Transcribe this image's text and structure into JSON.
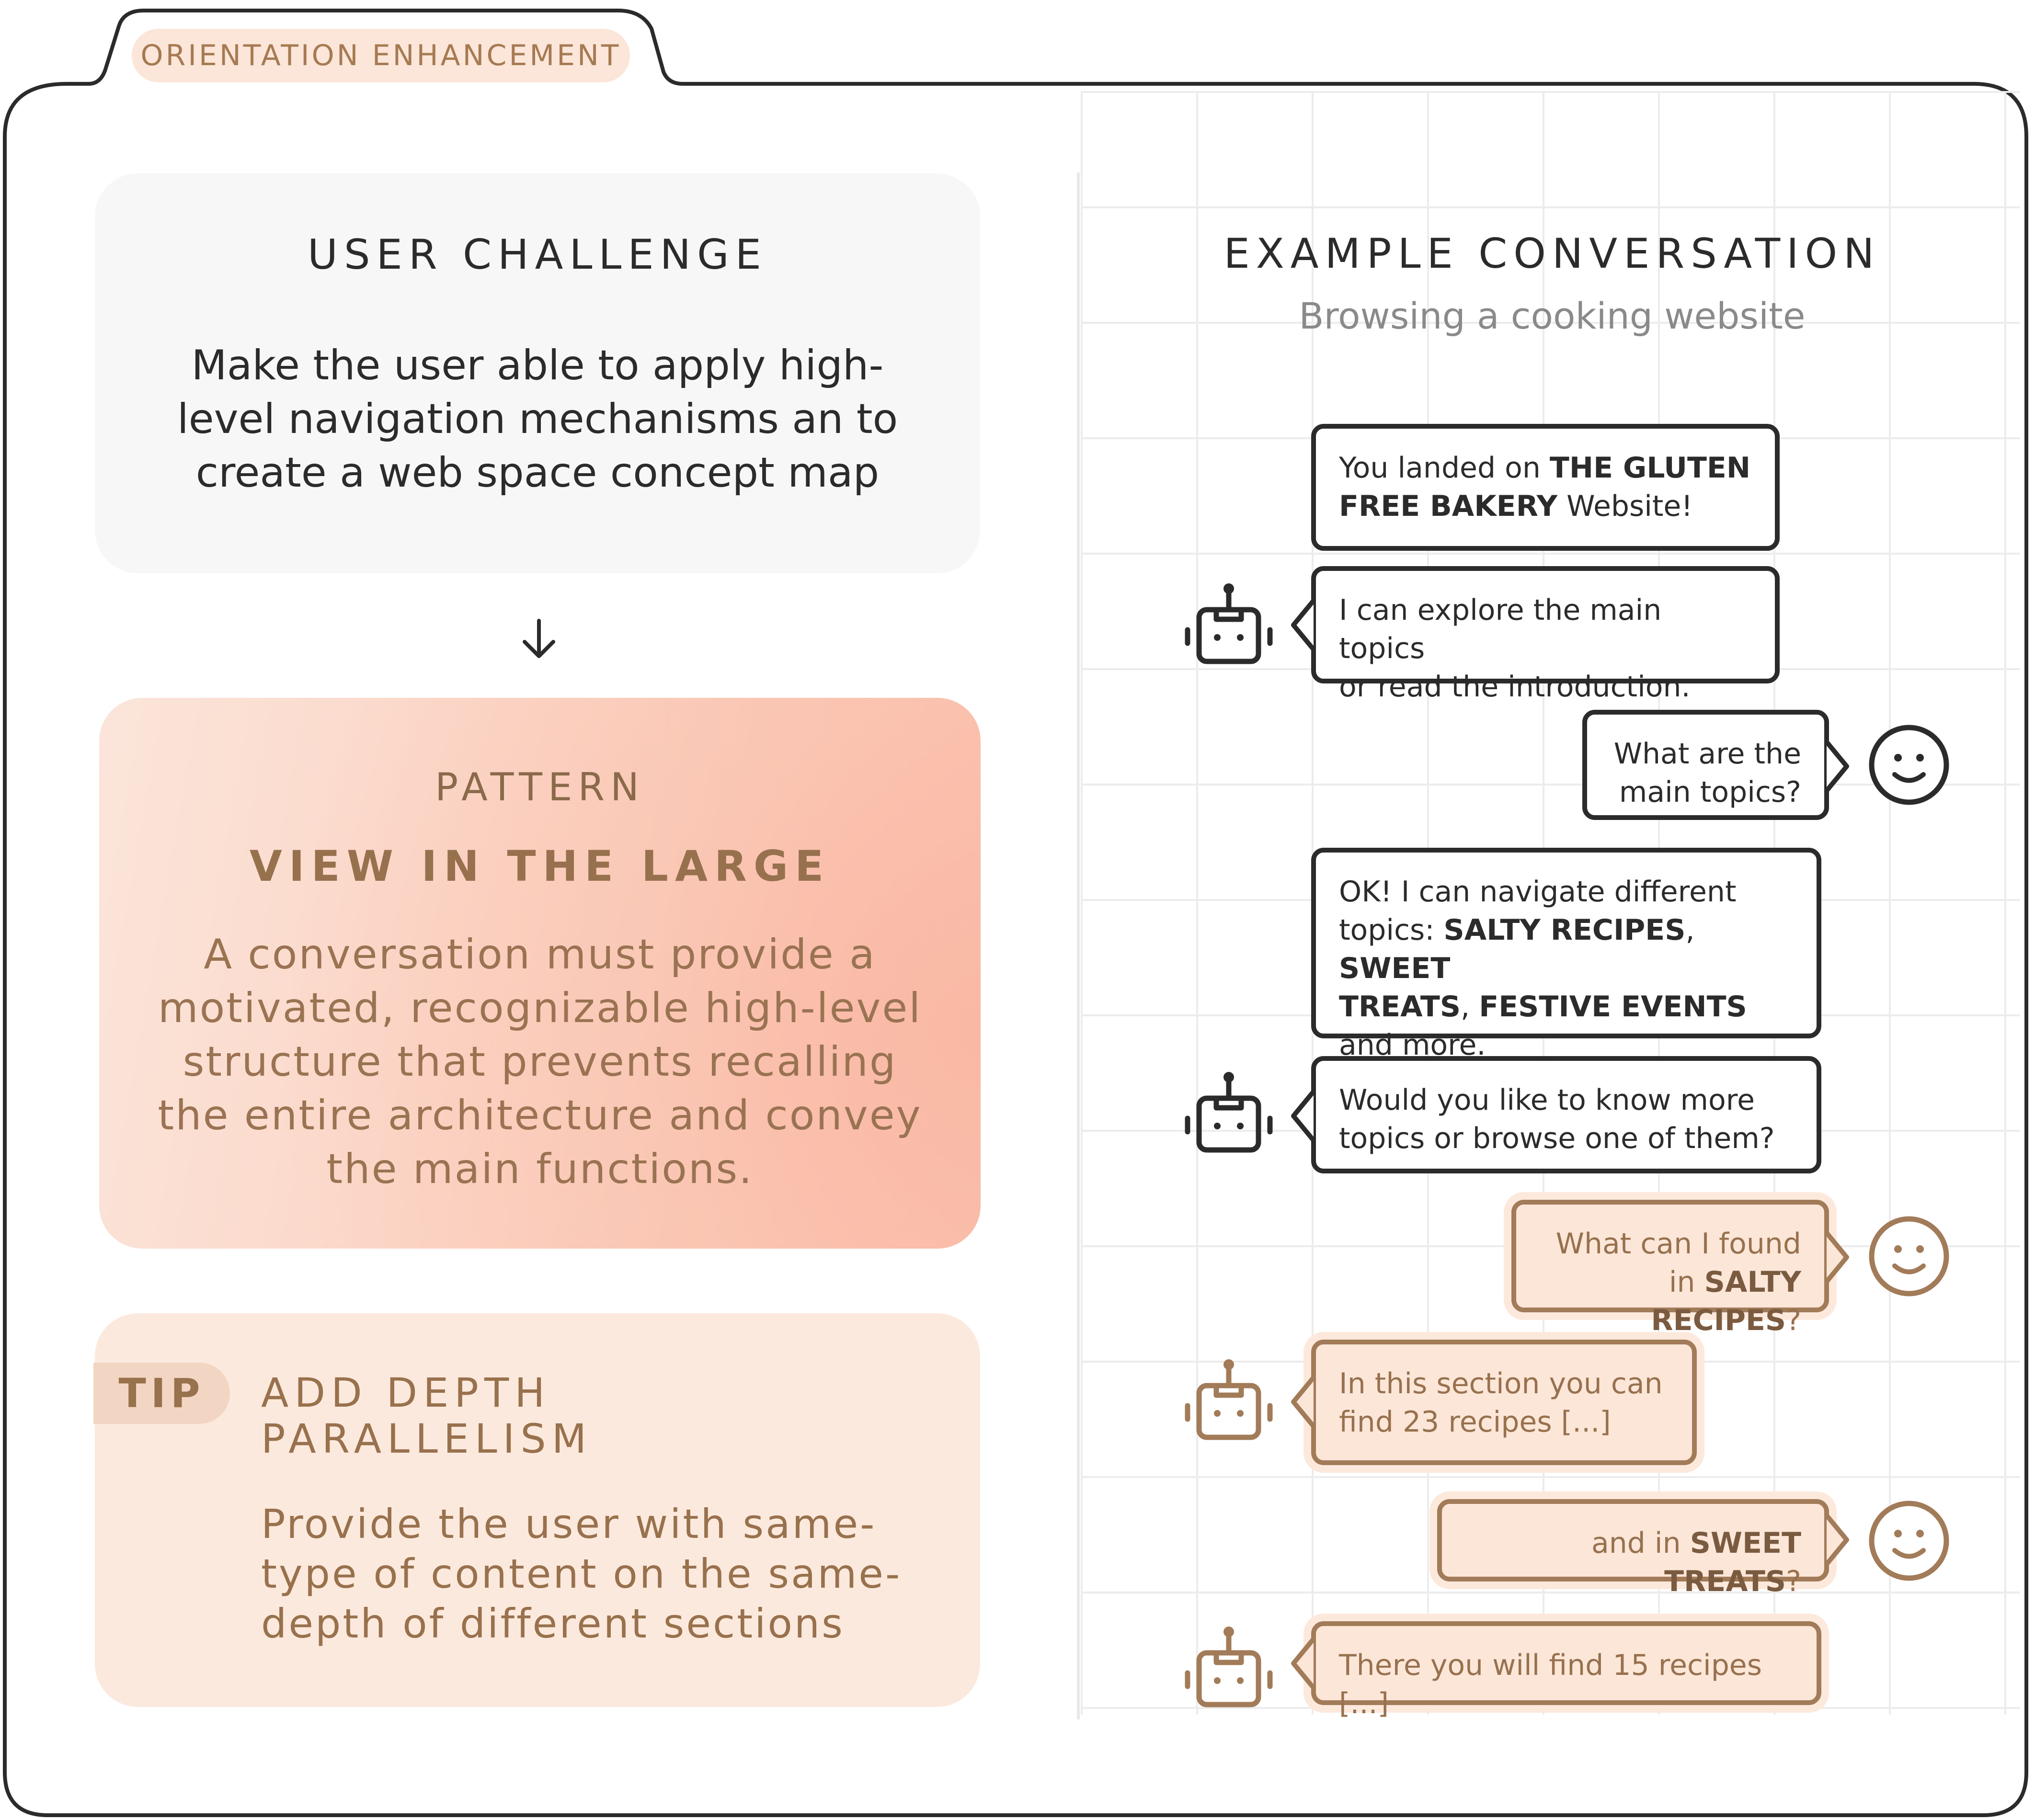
{
  "tab_label": "ORIENTATION ENHANCEMENT",
  "challenge": {
    "heading": "USER CHALLENGE",
    "body": "Make the user able to apply high-level navigation mechanisms an to create a web space concept map"
  },
  "pattern": {
    "label": "PATTERN",
    "name": "VIEW IN THE LARGE",
    "body": "A conversation must provide a motivated, recognizable high-level structure that prevents recalling the entire architecture and convey the main functions."
  },
  "tip": {
    "badge": "TIP",
    "title_line1": "ADD DEPTH",
    "title_line2": "PARALLELISM",
    "body": "Provide the user with same-type of content on the same-depth of different sections"
  },
  "conversation": {
    "title": "EXAMPLE CONVERSATION",
    "subtitle": "Browsing a cooking website",
    "messages": [
      {
        "speaker": "bot",
        "parts": [
          "You landed on ",
          "THE GLUTEN",
          "FREE BAKERY",
          " Website!"
        ]
      },
      {
        "speaker": "bot",
        "parts": [
          "I can explore the main topics",
          "or read the introduction."
        ]
      },
      {
        "speaker": "user",
        "parts": [
          "What are the",
          "main topics?"
        ]
      },
      {
        "speaker": "bot",
        "parts": [
          "OK! I can navigate different",
          "topics: ",
          "SALTY RECIPES",
          ", ",
          "SWEET",
          "TREATS",
          ", ",
          "FESTIVE EVENTS",
          "and more."
        ]
      },
      {
        "speaker": "bot",
        "parts": [
          "Would you like to know more",
          "topics or browse one of them?"
        ]
      },
      {
        "speaker": "user",
        "parts": [
          "What can I found",
          "in ",
          "SALTY RECIPES",
          "?"
        ]
      },
      {
        "speaker": "bot",
        "parts": [
          "In this section you can",
          "find 23 recipes [...]"
        ]
      },
      {
        "speaker": "user",
        "parts": [
          "and in ",
          "SWEET TREATS",
          "?"
        ]
      },
      {
        "speaker": "bot",
        "parts": [
          "There you will find 15 recipes [...]"
        ]
      }
    ]
  },
  "icons": [
    "robot-icon",
    "smiley-icon",
    "arrow-down-icon"
  ],
  "colors": {
    "accent_brown": "#a27b59",
    "peach": "#fce6d8",
    "ink": "#2b2b2b",
    "salmon": "#f9b8a4"
  }
}
